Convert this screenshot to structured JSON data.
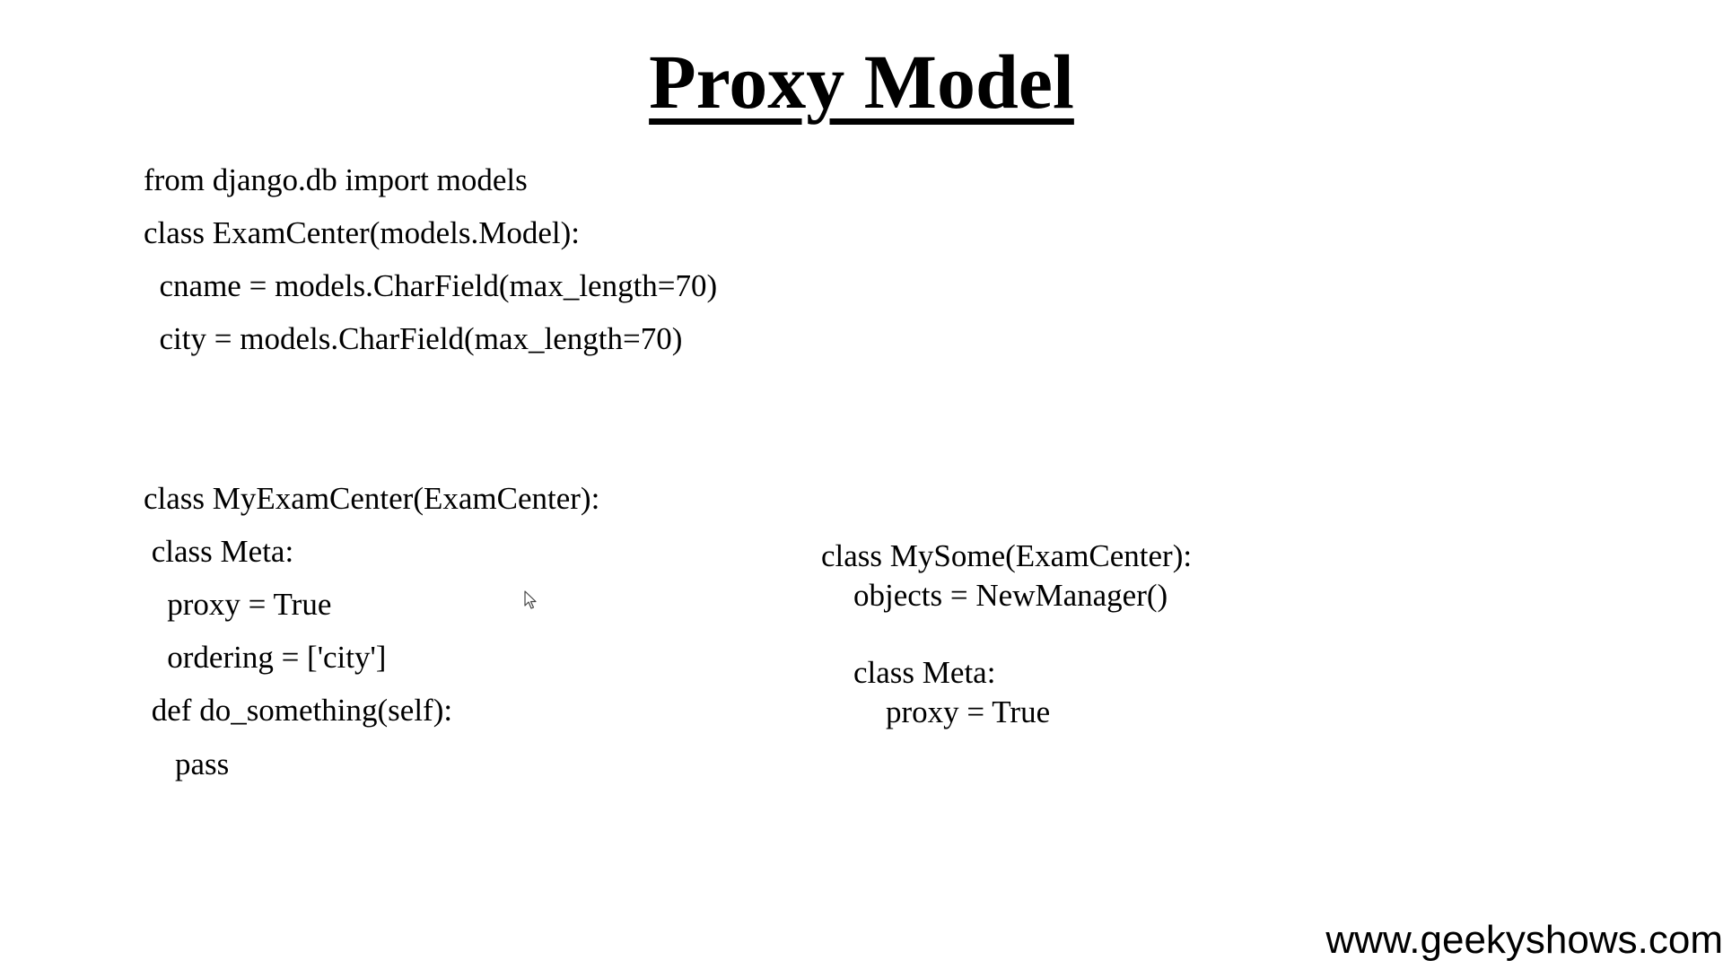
{
  "slide": {
    "title": "Proxy Model",
    "block1": [
      "from django.db import models",
      "class ExamCenter(models.Model):",
      "  cname = models.CharField(max_length=70)",
      "  city = models.CharField(max_length=70)"
    ],
    "block2": [
      "class MyExamCenter(ExamCenter):",
      " class Meta:",
      "   proxy = True",
      "   ordering = ['city']",
      " def do_something(self):",
      "    pass"
    ],
    "block3": [
      "class MySome(ExamCenter):",
      "objects = NewManager()",
      "class Meta:",
      "proxy = True"
    ],
    "watermark": "www.geekyshows.com"
  }
}
